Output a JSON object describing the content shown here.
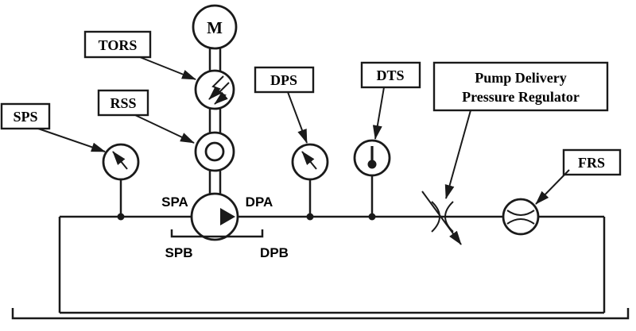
{
  "diagram": {
    "components": {
      "motor": "M",
      "tors": "TORS",
      "rss": "RSS",
      "sps": "SPS",
      "dps": "DPS",
      "dts": "DTS",
      "regulator_line1": "Pump Delivery",
      "regulator_line2": "Pressure Regulator",
      "frs": "FRS"
    },
    "ports": {
      "spa": "SPA",
      "dpa": "DPA",
      "spb": "SPB",
      "dpb": "DPB"
    },
    "colors": {
      "line": "#1a1a1a",
      "background": "#ffffff"
    }
  }
}
